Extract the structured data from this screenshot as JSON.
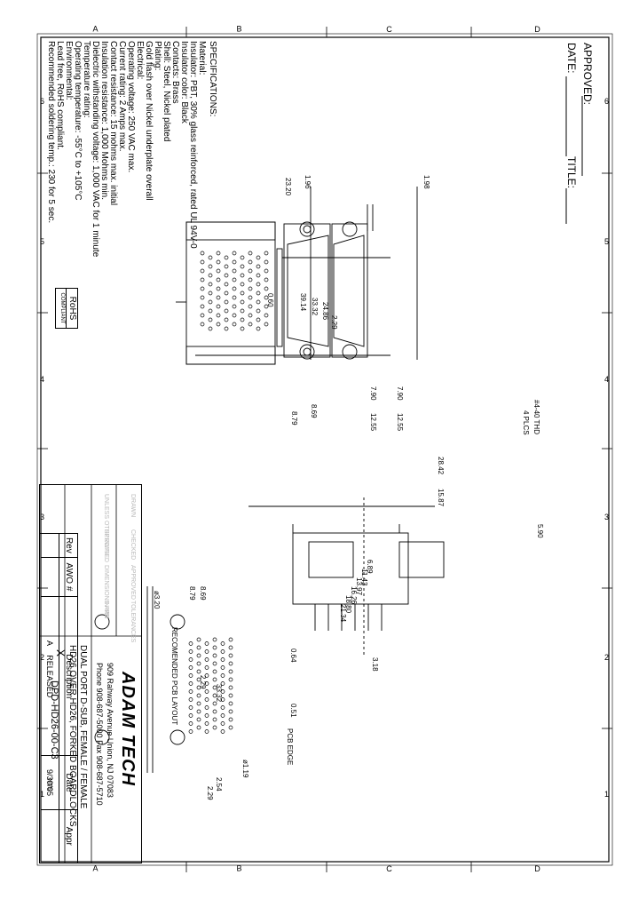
{
  "border": {
    "letters": [
      "A",
      "B",
      "C",
      "D"
    ],
    "numbers": [
      "6",
      "5",
      "4",
      "3",
      "2",
      "1"
    ]
  },
  "approval": {
    "approved_label": "APPROVED:",
    "date_label": "DATE:",
    "title_label": "TITLE:"
  },
  "specifications": {
    "heading": "SPECIFICATIONS:",
    "lines": [
      "Material:",
      "Insulator: PBT, 30% glass reinforced, rated UL 94V-0",
      "Insulator color: Black",
      "Contacts: Brass",
      "Shell: Steel, Nickel plated",
      "Plating:",
      "Gold flash over Nickel underplate overall",
      "Electrical:",
      "Operating voltage: 250 VAC max.",
      "Current rating: 2 Amps max.",
      "Contact resistance: 15 mohms max. initial",
      "Insulation resistance: 1,000 Mohms min.",
      "Dielectric withstanding voltage: 1,000 VAC for 1 minute",
      "Temperature rating:",
      "Operating temperature: -55°C to +105°C",
      "Environmental:",
      "Lead free, RoHS compliant.",
      "Recommended soldering temp.: 230 for 5 sec."
    ]
  },
  "rohs": {
    "line1": "RoHS",
    "line2": "COMPLIANT"
  },
  "top_view_dims": {
    "d1": "1.98",
    "d2": "1.96",
    "d3": "23.20",
    "d4": "39.14",
    "d5": "33.32",
    "d6": "24.86",
    "d7": "2.29",
    "d8": "0.60",
    "d9": "7.90",
    "d10": "12.55",
    "d11": "7.90",
    "d12": "12.55",
    "d13": "8.69",
    "d14": "8.79",
    "note1": "#4-40 THD",
    "note2": "4 PLCS"
  },
  "side_view_dims": {
    "d1": "28.42",
    "d2": "15.87",
    "d3": "5.90",
    "d4": "6.89",
    "d5": "11.43",
    "d6": "13.97",
    "d7": "16.26",
    "d8": "18.80",
    "d9": "21.34",
    "d10": "3.18"
  },
  "pcb_layout": {
    "title": "RECOMENDED PCB LAYOUT",
    "d1": "8.69",
    "d2": "8.79",
    "d3": "ø3.20",
    "d4": "0.64",
    "d5": "0.51",
    "d6": "2.29",
    "d7": "33.32",
    "d8": "ø1.19",
    "d9": "2.54",
    "d10": "2.29",
    "edge": "PCB EDGE"
  },
  "revision": {
    "headers": [
      "Rev",
      "AWO #",
      "Description",
      "Date",
      "Appr"
    ],
    "row": [
      "",
      "",
      "RELEASED",
      "9/30/05",
      ""
    ]
  },
  "title_block": {
    "company": "ADAM TECH",
    "address": "909 Rahway Avenue Union, NJ 07083",
    "phone": "Phone 908-687-5000 Fax 908-687-5710",
    "title_line1": "DUAL PORT D-SUB, FEMALE / FEMALE",
    "title_line2": "HD26 OVER HD26, FORKED BOARDLOCKS",
    "part_no": "DPD-HD26-00-C3",
    "scale": "NTS",
    "size": "A",
    "mark": "X",
    "faint": [
      "DRAWN",
      "CHECKED",
      "APPROVED",
      "TOLERANCES",
      "UNLESS OTHERWISE",
      "SPECIFIED",
      "DIMENSIONS ARE",
      "IN MM"
    ]
  },
  "colors": {
    "ink": "#000000",
    "paper": "#ffffff",
    "faint": "#b8b8b8"
  }
}
